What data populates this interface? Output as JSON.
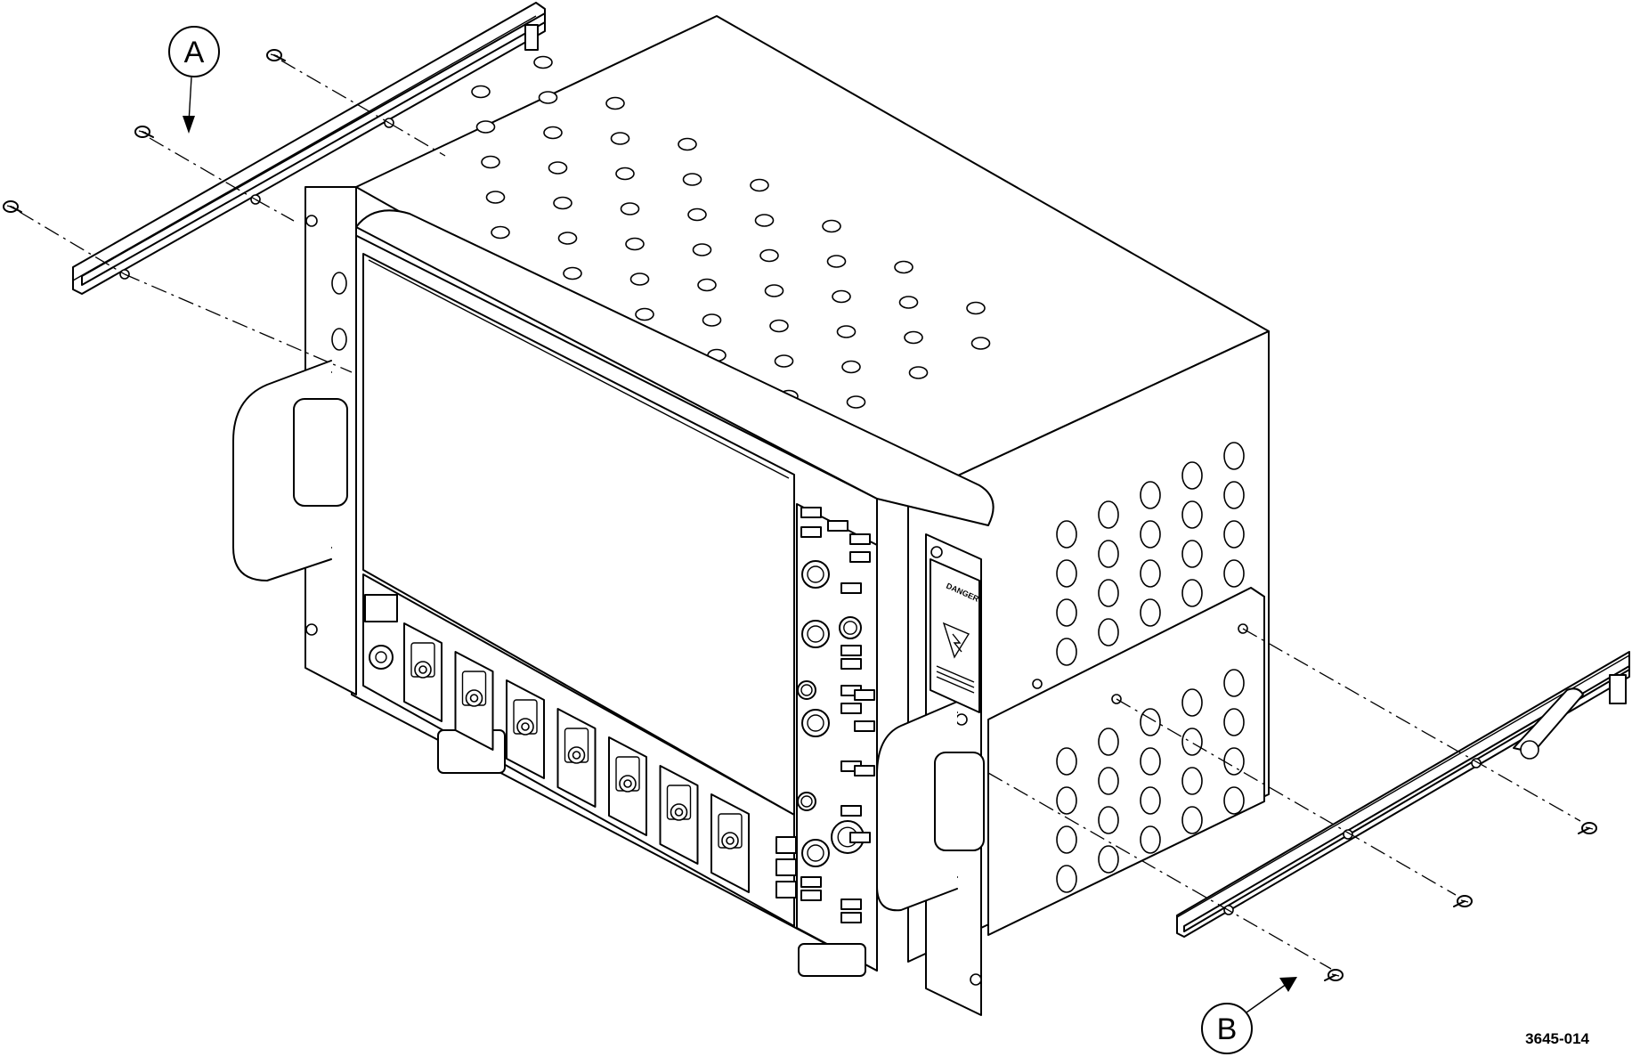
{
  "callouts": {
    "a": {
      "label": "A"
    },
    "b": {
      "label": "B"
    }
  },
  "figure_id": "3645-014",
  "warning_label": {
    "title": "DANGER",
    "icon": "electric-shock-warning-icon"
  },
  "colors": {
    "line": "#000000",
    "background": "#ffffff"
  }
}
